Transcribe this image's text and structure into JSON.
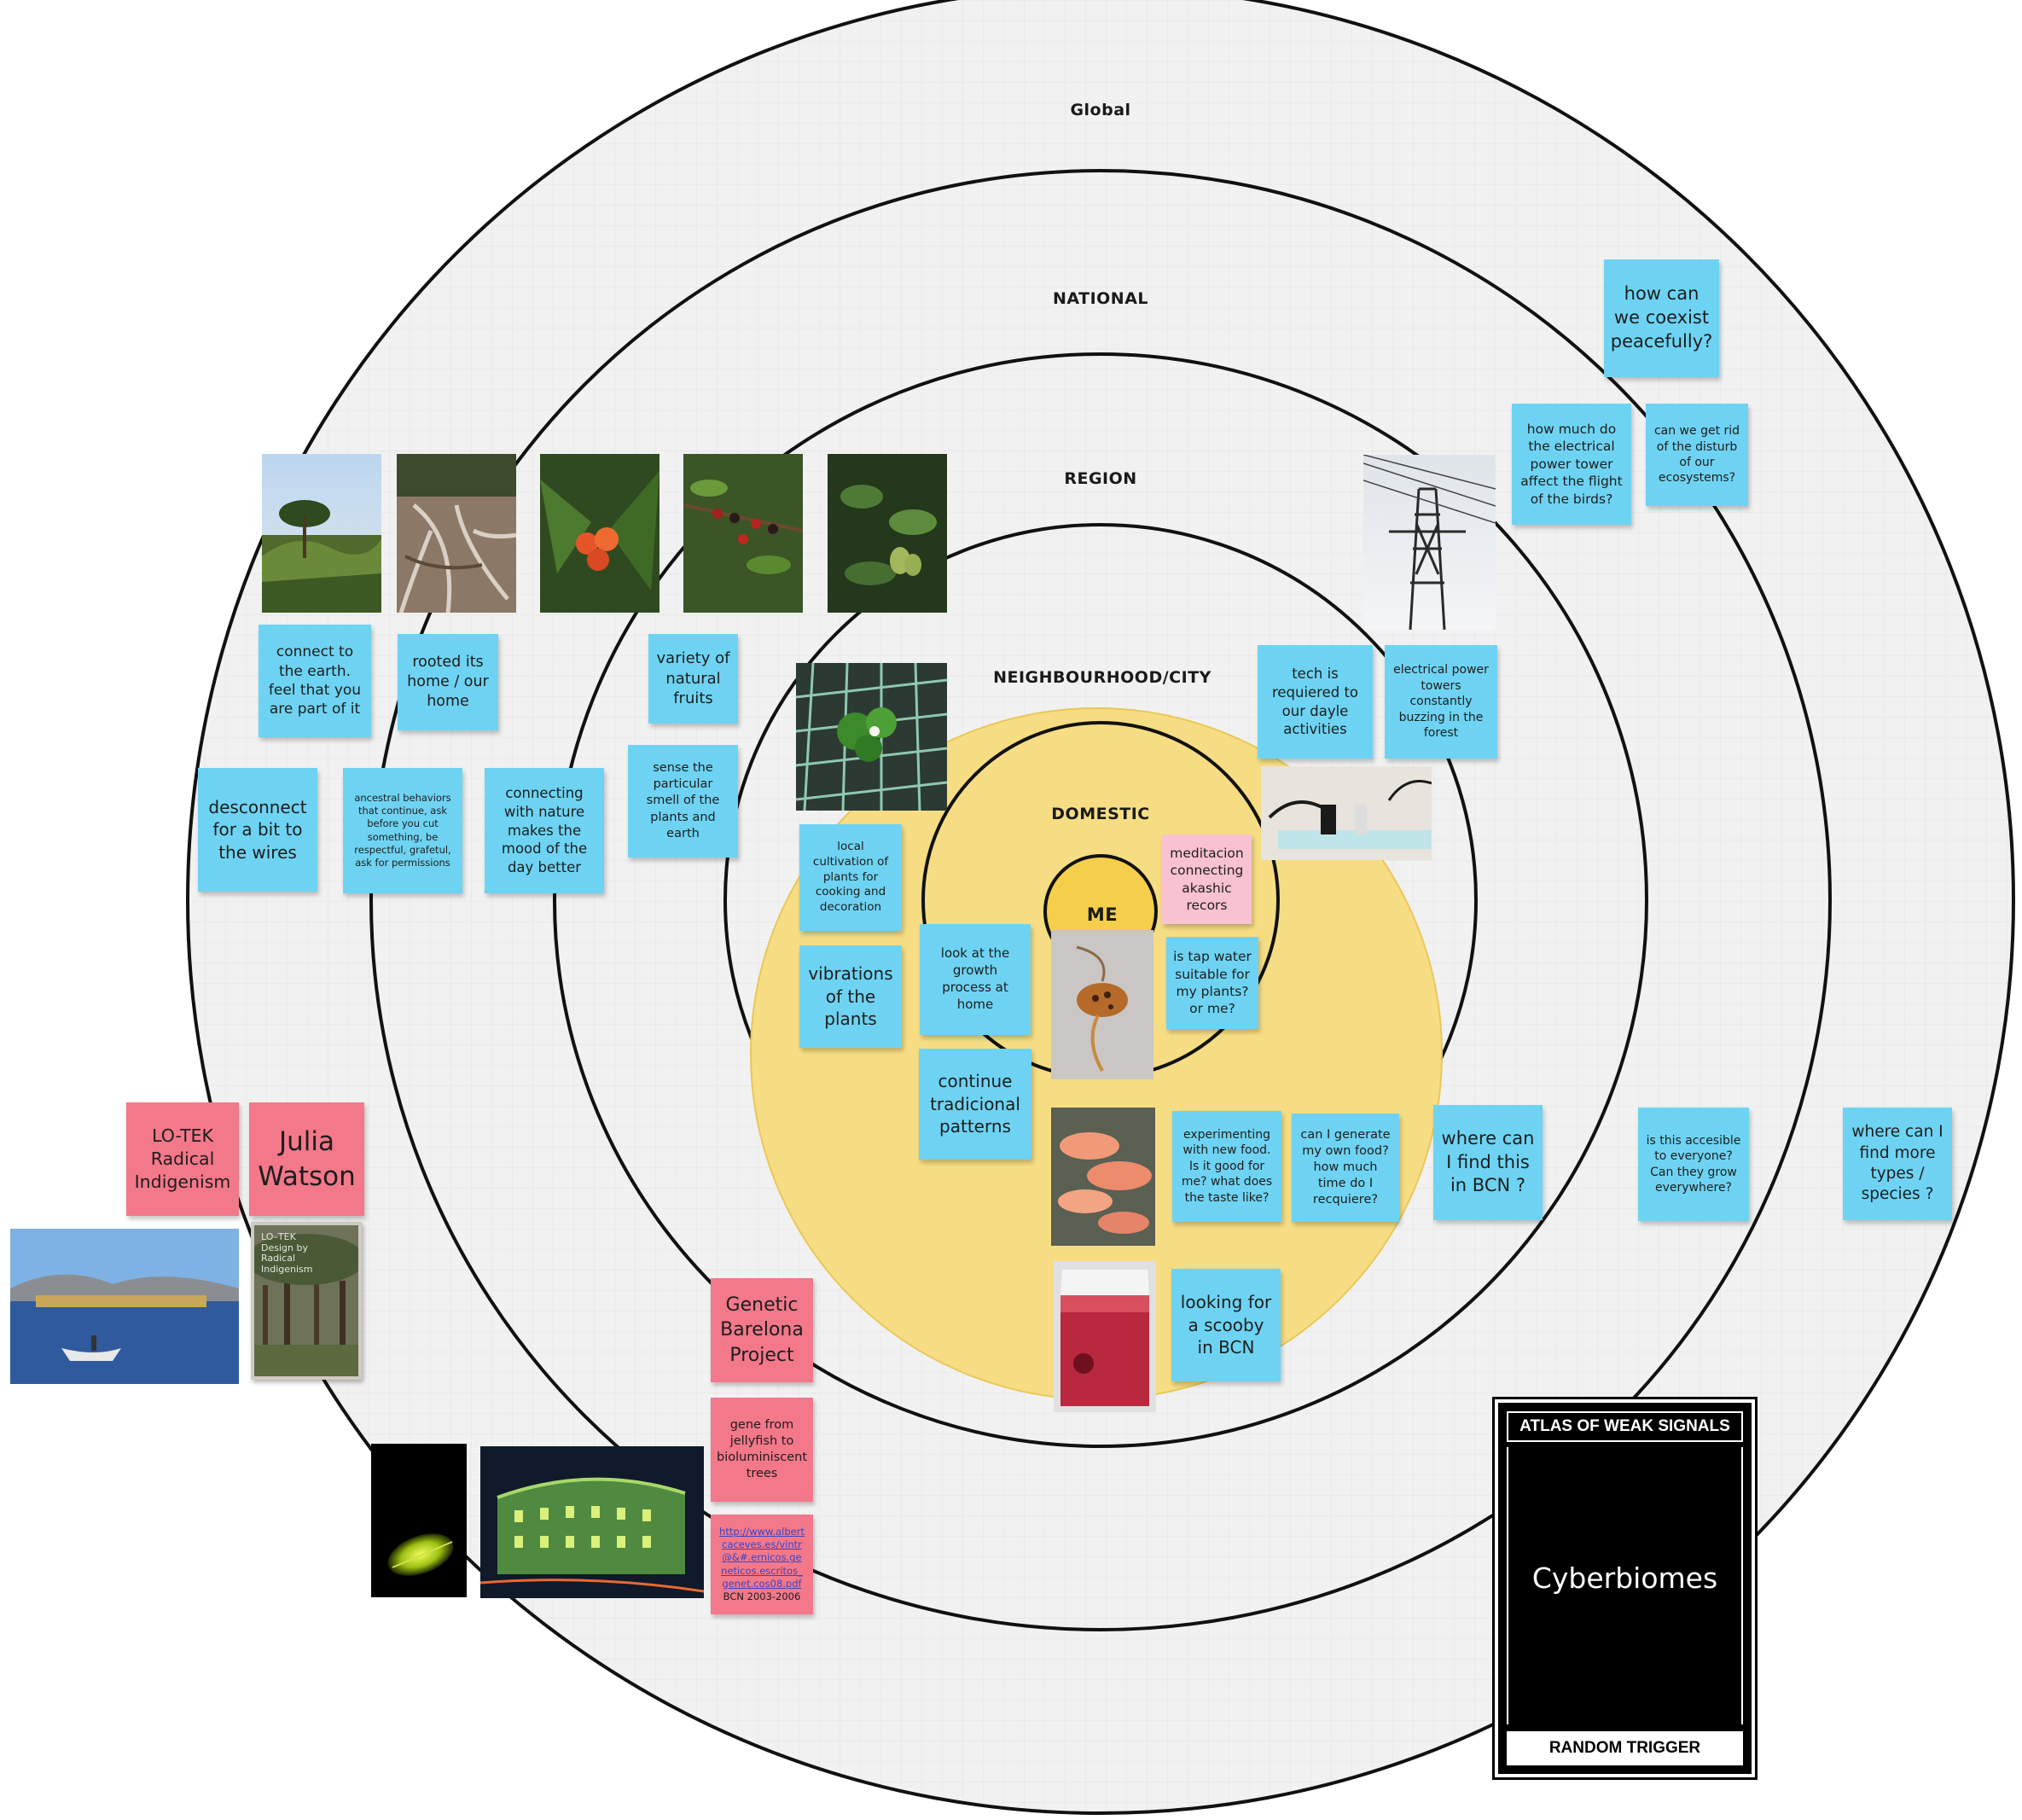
{
  "ring_labels": {
    "global": "Global",
    "national": "NATIONAL",
    "region": "REGION",
    "neighbourhood": "NEIGHBOURHOOD/CITY",
    "domestic": "DOMESTIC",
    "me": "ME"
  },
  "notes": {
    "coexist": "how can we coexist peacefully?",
    "power_tower_birds": "how much do the electrical power tower affect the flight of the birds?",
    "disturb_ecosystems": "can we get rid of the disturb of our ecosystems?",
    "connect_earth": "connect to the earth. feel that you are part of it",
    "rooted_home": "rooted its home / our home",
    "natural_fruits": "variety of natural fruits",
    "tech_required": "tech is requiered to our dayle activities",
    "towers_buzzing": "electrical power towers constantly buzzing in the forest",
    "disconnect_wires": "desconnect for a bit to the wires",
    "ancestral": "ancestral behaviors that continue, ask before you cut something, be respectful, grafetul, ask for permissions",
    "connecting_nature": "connecting with nature makes the mood of the day better",
    "sense_smell": "sense the particular smell of the plants and earth",
    "local_cultivation": "local cultivation of plants for cooking and decoration",
    "meditation": "meditacion connecting akashic recors",
    "tap_water": "is tap water suitable for my plants? or me?",
    "vibrations": "vibrations of the plants",
    "growth_process": "look at the growth process at home",
    "traditional_patterns": "continue tradicional patterns",
    "experimenting_food": "experimenting with new food. Is it good for me? what does the taste like?",
    "generate_food": "can I generate my own food? how much time do I recquiere?",
    "where_bcn": "where can I find this in BCN ?",
    "accessible": "is this accesible to everyone? Can they grow everywhere?",
    "more_types": "where can I find more types / species ?",
    "scooby": "looking for a scooby in BCN",
    "lotek": "LO-TEK Radical Indigenism",
    "julia": "Julia Watson",
    "genetic": "Genetic Barelona Project",
    "jellyfish": "gene from jellyfish to bioluminiscent trees",
    "link_url": "http://www.albertcaceves.es/vintr@&#.ernicos.geneticos.escritos_genet.cos08.pdf",
    "link_caption": "BCN 2003-2006"
  },
  "book_cover": {
    "line1": "LO–TEK",
    "line2": "Design by",
    "line3": "Radical",
    "line4": "Indigenism"
  },
  "card": {
    "header": "ATLAS OF WEAK SIGNALS",
    "title": "Cyberbiomes",
    "footer": "RANDOM TRIGGER"
  },
  "colors": {
    "blue_note": "#6ed3f2",
    "pink_note": "#f3788a",
    "light_pink_note": "#f9c2d0",
    "domestic_fill": "#f6dd83",
    "me_fill": "#f5cf4b",
    "ring_fill": "#f1f1f1"
  }
}
